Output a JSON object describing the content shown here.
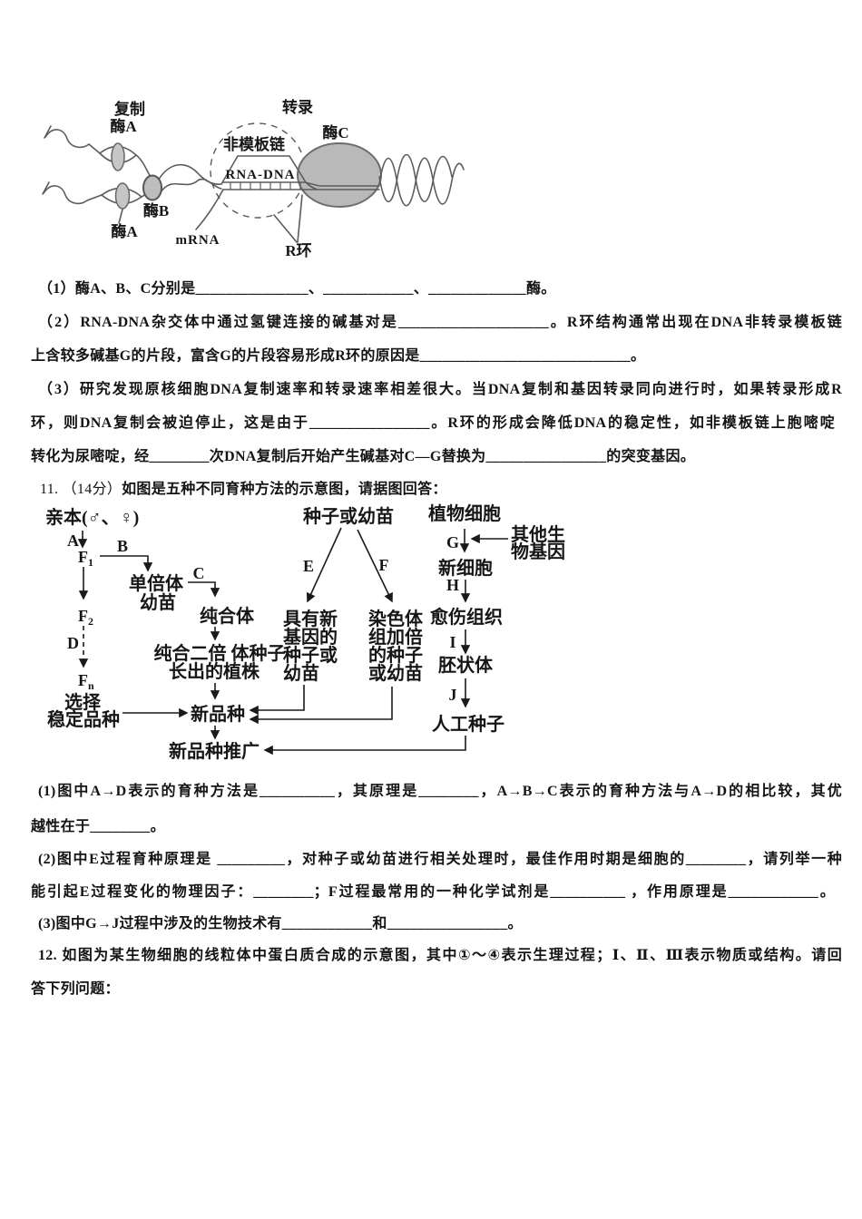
{
  "colors": {
    "text": "#141414",
    "background": "#ffffff",
    "enzyme_gray": "#b9b9b9"
  },
  "diagram1": {
    "labels": {
      "fuzhi": "复制",
      "meiA_top": "酶A",
      "zhuanlu": "转录",
      "fei_moban": "非模板链",
      "meiC": "酶C",
      "rna_dna": "RNA-DNA",
      "meiB": "酶B",
      "meiA_bottom": "酶A",
      "mrna": "mRNA",
      "r_huan": "R环"
    }
  },
  "q10": {
    "lines": [
      "（1）酶A、B、C分别是_______________、____________、_____________酶。",
      "（2）RNA-DNA杂交体中通过氢键连接的碱基对是____________________。R环结构通常出现在DNA非转录模板链",
      "上含较多碱基G的片段，富含G的片段容易形成R环的原因是____________________________。",
      "（3）研究发现原核细胞DNA复制速率和转录速率相差很大。当DNA复制和基因转录同向进行时，如果转录形成R",
      "环，则DNA复制会被迫停止，这是由于________________。R环的形成会降低DNA的稳定性，如非模板链上胞嘧啶",
      "转化为尿嘧啶，经________次DNA复制后开始产生碱基对C—G替换为________________的突变基因。"
    ]
  },
  "q11": {
    "number": "11. （14分）",
    "title": "如图是五种不同育种方法的示意图，请据图回答：",
    "flow": {
      "qinben": "亲本(♂、♀)",
      "label_A": "A",
      "F_letter": "F",
      "sub1": "1",
      "sub2": "2",
      "subn": "n",
      "label_B": "B",
      "danbeiti": "单倍体",
      "youmiao": "幼苗",
      "label_C": "C",
      "chunheti": "纯合体",
      "chunhe_line1": "纯合二倍 体种子",
      "chunhe_line2": "长出的植株",
      "label_D": "D",
      "xuanze": "选择",
      "wending": "稳定品种",
      "xinpinzhong": "新品种",
      "tuiguang": "新品种推广",
      "zhongzi": "种子或幼苗",
      "label_E": "E",
      "label_F": "F",
      "juyou": [
        "具有新",
        "基因的",
        "种子或",
        "幼苗"
      ],
      "ranse": [
        "染色体",
        "组加倍",
        "的种子",
        "或幼苗"
      ],
      "zhiwu": "植物细胞",
      "label_G": "G",
      "qita1": "其他生",
      "qita2": "物基因",
      "xinxibao": "新细胞",
      "label_H": "H",
      "yushang": "愈伤组织",
      "label_I": "I",
      "peizhuangti": "胚状体",
      "label_J": "J",
      "rengong": "人工种子"
    },
    "questions": [
      "(1)图中A→D表示的育种方法是__________，其原理是________，A→B→C表示的育种方法与A→D的相比较，其优",
      "越性在于________。",
      "(2)图中E过程育种原理是 _________，对种子或幼苗进行相关处理时，最佳作用时期是细胞的________，请列举一种",
      "能引起E过程变化的物理因子：________；F过程最常用的一种化学试剂是__________ ，作用原理是____________。",
      "(3)图中G→J过程中涉及的生物技术有____________和________________。"
    ]
  },
  "q12": {
    "lines": [
      "12. 如图为某生物细胞的线粒体中蛋白质合成的示意图，其中①～④表示生理过程；Ⅰ、Ⅱ、Ⅲ表示物质或结构。请回",
      "答下列问题："
    ]
  }
}
